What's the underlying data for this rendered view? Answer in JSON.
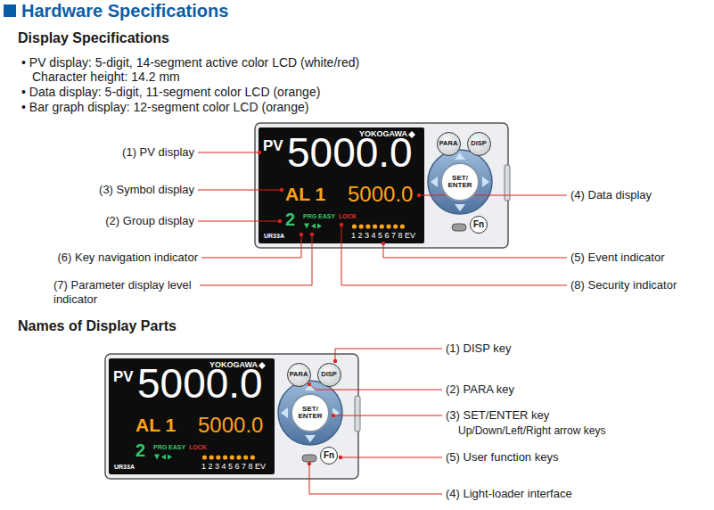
{
  "diagram": {
    "title": "Hardware Specifications",
    "nodes": [
      {
        "text": [
          "PARA"
        ]
      },
      {
        "text": [
          "DISP"
        ]
      },
      {
        "text": [
          "SET/ ENTER"
        ]
      },
      {
        "text": [
          "Fn"
        ]
      },
      {
        "text": [
          "PARA"
        ]
      },
      {
        "text": [
          "DISP"
        ]
      },
      {
        "text": [
          "SET/ ENTER"
        ]
      },
      {
        "text": [
          "Fn"
        ]
      }
    ],
    "labels": [
      "Display Specifications",
      "• PV display: 5-digit, 14-segment active color LCD (white/red)",
      "Character height: 14.2 mm",
      "• Data display: 5-digit, 11-segment color LCD (orange)",
      "• Bar graph display: 12-segment color LCD (orange)",
      "PV",
      "5000.0",
      "YOKOGAWA",
      "AL 1",
      "5000.0",
      "2",
      "PRG",
      "EASY",
      "LOCK",
      "1 2 3 4 5 6 7 8 EV",
      "UR33A",
      "(1) PV display",
      "(3) Symbol display",
      "(2) Group display",
      "(6) Key navigation indicator",
      "(7) Parameter display level indicator",
      "(4) Data display",
      "(5) Event indicator",
      "(8) Security indicator",
      "Names of Display Parts",
      "PV",
      "5000.0",
      "YOKOGAWA",
      "AL 1",
      "5000.0",
      "2",
      "PRG",
      "EASY",
      "LOCK",
      "1 2 3 4 5 6 7 8 EV",
      "UR33A",
      "(1) DISP key",
      "(2) PARA key",
      "(3) SET/ENTER key",
      "Up/Down/Left/Right arrow keys",
      "(5) User function keys",
      "(4) Light-loader interface"
    ]
  }
}
